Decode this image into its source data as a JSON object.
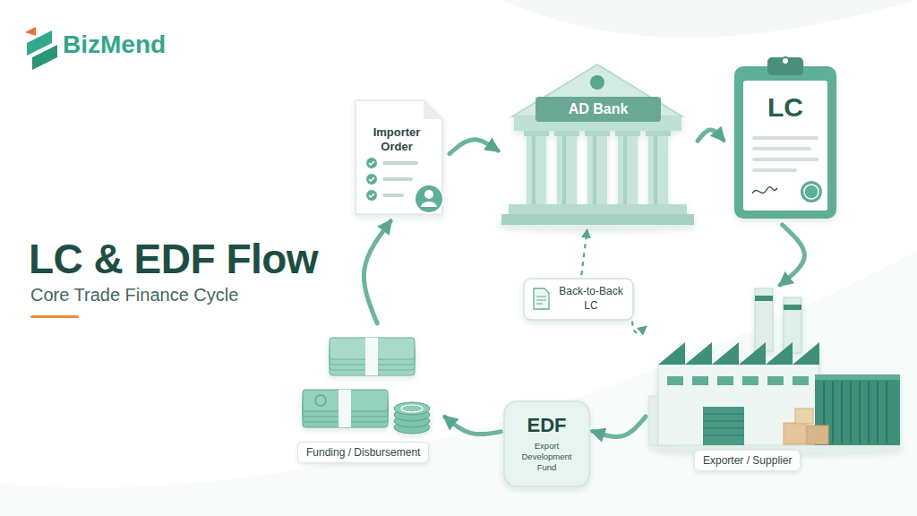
{
  "diagram": {
    "title": "LC & EDF Flow",
    "nodes": [
      {
        "text": [
          "Importer Order"
        ]
      },
      {
        "text": [
          "AD Bank"
        ]
      },
      {
        "text": [
          "LC"
        ]
      },
      {
        "text": [
          "Exporter / Supplier"
        ]
      },
      {
        "text": [
          "EDF",
          "Export Development Fund"
        ]
      },
      {
        "text": [
          "Funding / Disbursement"
        ]
      },
      {
        "text": [
          "Back-to-Back LC"
        ]
      }
    ],
    "edges": [
      {
        "from": 0,
        "to": 1,
        "arrow": "to"
      },
      {
        "from": 1,
        "to": 2,
        "arrow": "to"
      },
      {
        "from": 2,
        "to": 3,
        "arrow": "to"
      },
      {
        "from": 3,
        "to": 4,
        "arrow": "to"
      },
      {
        "from": 4,
        "to": 5,
        "arrow": "to"
      },
      {
        "from": 5,
        "to": 0,
        "arrow": "to"
      },
      {
        "from": 6,
        "to": 1,
        "arrow": "to"
      },
      {
        "from": 6,
        "to": 3,
        "arrow": "to"
      }
    ],
    "labels": [
      "BizMend",
      "Core Trade Finance Cycle"
    ]
  }
}
